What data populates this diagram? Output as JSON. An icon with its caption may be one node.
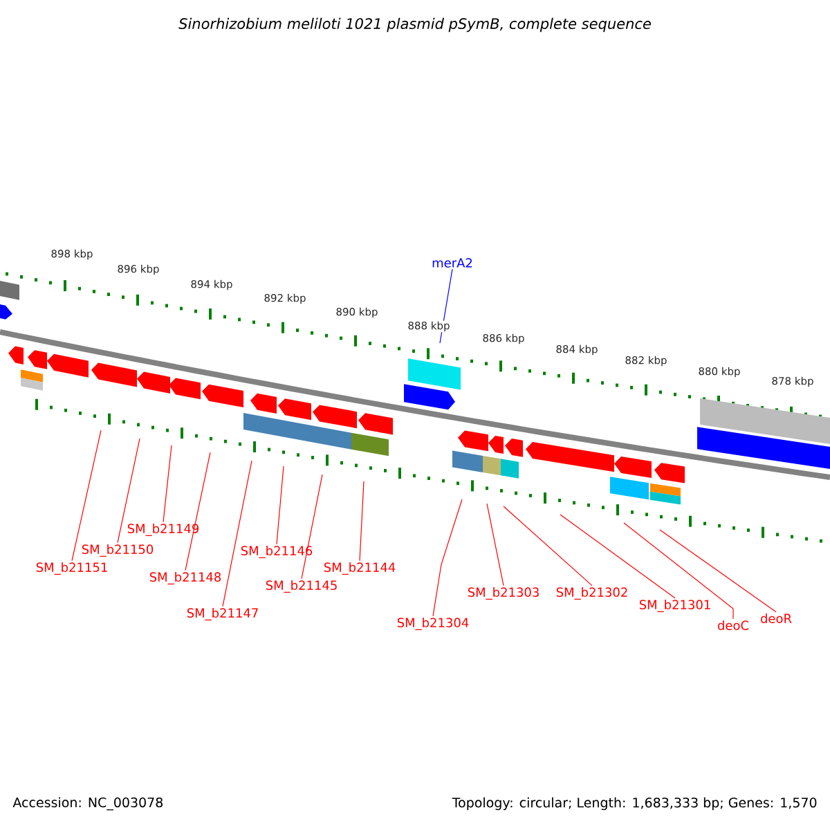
{
  "diagram": {
    "title": "Sinorhizobium meliloti 1021 plasmid pSymB, complete sequence",
    "nodes": [
      {
        "text": [
          "merA2"
        ]
      },
      {
        "text": [
          "SM_b21151"
        ]
      },
      {
        "text": [
          "SM_b21150"
        ]
      },
      {
        "text": [
          "SM_b21149"
        ]
      },
      {
        "text": [
          "SM_b21148"
        ]
      },
      {
        "text": [
          "SM_b21147"
        ]
      },
      {
        "text": [
          "SM_b21146"
        ]
      },
      {
        "text": [
          "SM_b21145"
        ]
      },
      {
        "text": [
          "SM_b21144"
        ]
      },
      {
        "text": [
          "SM_b21304"
        ]
      },
      {
        "text": [
          "SM_b21303"
        ]
      },
      {
        "text": [
          "SM_b21302"
        ]
      },
      {
        "text": [
          "SM_b21301"
        ]
      },
      {
        "text": [
          "deoC"
        ]
      },
      {
        "text": [
          "deoR"
        ]
      }
    ],
    "edges": [
      {
        "from": 0,
        "to": null,
        "arrow": "none",
        "color": "#0000ff"
      },
      {
        "from": 1,
        "to": null,
        "arrow": "none"
      },
      {
        "from": 2,
        "to": null,
        "arrow": "none"
      },
      {
        "from": 3,
        "to": null,
        "arrow": "none"
      },
      {
        "from": 4,
        "to": null,
        "arrow": "none"
      },
      {
        "from": 5,
        "to": null,
        "arrow": "none"
      },
      {
        "from": 6,
        "to": null,
        "arrow": "none"
      },
      {
        "from": 7,
        "to": null,
        "arrow": "none"
      },
      {
        "from": 8,
        "to": null,
        "arrow": "none"
      },
      {
        "from": 9,
        "to": null,
        "arrow": "none"
      },
      {
        "from": 10,
        "to": null,
        "arrow": "none"
      },
      {
        "from": 11,
        "to": null,
        "arrow": "none"
      },
      {
        "from": 12,
        "to": null,
        "arrow": "none"
      },
      {
        "from": 13,
        "to": null,
        "arrow": "none"
      },
      {
        "from": 14,
        "to": null,
        "arrow": "none"
      }
    ],
    "labels": [
      "898 kbp",
      "896 kbp",
      "894 kbp",
      "892 kbp",
      "890 kbp",
      "888 kbp",
      "886 kbp",
      "884 kbp",
      "882 kbp",
      "880 kbp",
      "878 kbp",
      "Accession: NC_003078",
      "Topology: circular; Length: 1,683,333 bp; Genes: 1,570"
    ]
  }
}
